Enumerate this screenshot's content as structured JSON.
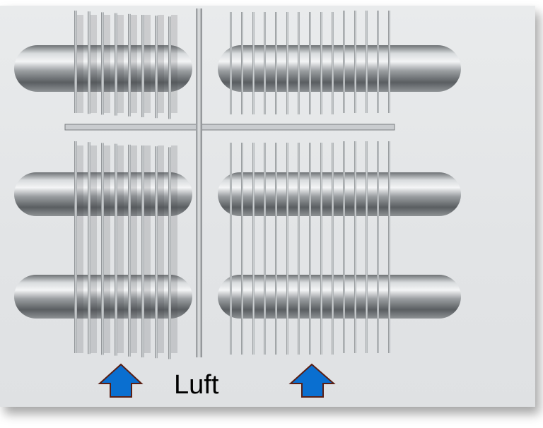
{
  "diagram": {
    "label": "Luft",
    "colors": {
      "arrow_fill": "#0a6fd0",
      "arrow_stroke": "#5a1f14",
      "background": "#e5e7e8"
    },
    "arrows": [
      {
        "direction": "up"
      },
      {
        "direction": "up"
      }
    ]
  }
}
